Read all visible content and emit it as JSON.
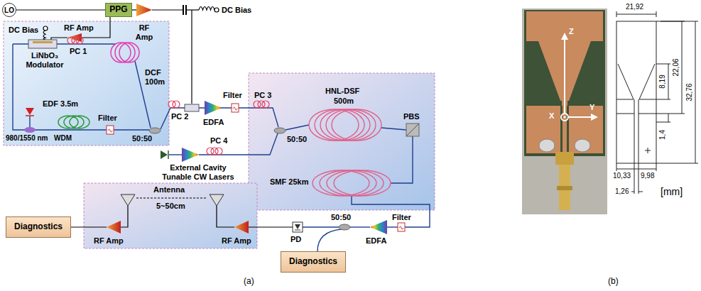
{
  "diagram": {
    "nodes": [
      {
        "text": [
          "LO"
        ]
      },
      {
        "text": [
          "PPG"
        ]
      },
      {
        "text": [
          "Diagnostics"
        ]
      },
      {
        "text": [
          "Diagnostics"
        ]
      }
    ],
    "edges": [
      {
        "from": 0,
        "to": 1,
        "arrow": "none"
      }
    ],
    "labels": [
      "DC Bias",
      "RF Amp",
      "DC Bias",
      "RF Amp",
      "PC 1",
      "LiNbO₃ Modulator",
      "DCF",
      "100m",
      "EDF 3.5m",
      "Filter",
      "980/1550 nm",
      "WDM",
      "50:50",
      "PC 2",
      "EDFA",
      "Filter",
      "PC 3",
      "50:50",
      "HNL-DSF",
      "500m",
      "PBS",
      "External Cavity Tunable CW Lasers",
      "PC 4",
      "SMF 25km",
      "Filter",
      "EDFA",
      "50:50",
      "PD",
      "Antenna",
      "5~50cm",
      "RF Amp",
      "RF Amp",
      "(a)",
      "(b)",
      "Z",
      "Y",
      "X",
      "21,92",
      "8,19",
      "22,06",
      "32,76",
      "1,4",
      "10,33",
      "9,98",
      "1,26",
      "[mm]"
    ]
  }
}
